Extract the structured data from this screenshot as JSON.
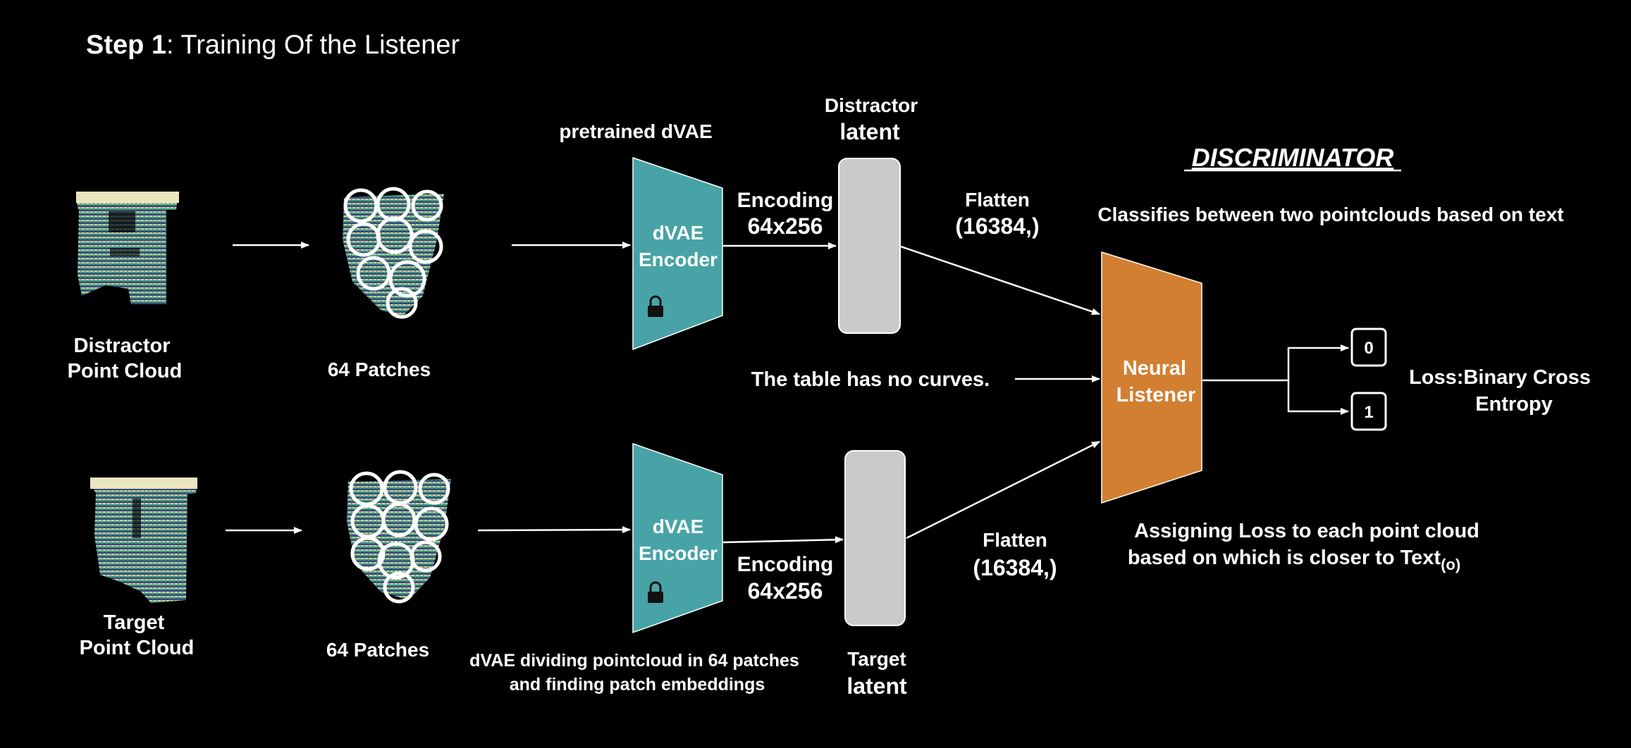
{
  "title": {
    "bold": "Step 1",
    "rest": ": Training Of the Listener"
  },
  "distractor": {
    "cloud_label_1": "Distractor",
    "cloud_label_2": "Point Cloud",
    "patches_label": "64 Patches",
    "encoder_caption": "pretrained dVAE",
    "encoder_line_1": "dVAE",
    "encoder_line_2": "Encoder",
    "encoding_line_1": "Encoding",
    "encoding_line_2": "64x256",
    "latent_line_1": "Distractor",
    "latent_line_2": "latent",
    "flatten_line_1": "Flatten",
    "flatten_line_2": "(16384,)"
  },
  "target": {
    "cloud_label_1": "Target",
    "cloud_label_2": "Point Cloud",
    "patches_label": "64 Patches",
    "encoder_line_1": "dVAE",
    "encoder_line_2": "Encoder",
    "encoding_line_1": "Encoding",
    "encoding_line_2": "64x256",
    "latent_line_1": "Target",
    "latent_line_2": "latent",
    "flatten_line_1": "Flatten",
    "flatten_line_2": "(16384,)",
    "dvae_note_1": "dVAE dividing pointcloud in 64 patches",
    "dvae_note_2": "and finding patch embeddings"
  },
  "text_input": "The table has no curves.",
  "discriminator": {
    "heading": "DISCRIMINATOR",
    "subtitle": "Classifies between two pointclouds based on text",
    "listener_line_1": "Neural",
    "listener_line_2": "Listener",
    "assign_line_1": "Assigning Loss to each point cloud",
    "assign_line_2": "based on which is closer to Text",
    "assign_subscript": "(o)"
  },
  "outputs": {
    "zero": "0",
    "one": "1"
  },
  "loss": {
    "line_1": "Loss:Binary Cross",
    "line_2": "Entropy"
  },
  "colors": {
    "encoder": "#48a3a6",
    "listener": "#d27f31",
    "latent": "#cacaca",
    "cloud_top": "#e8e2b8",
    "cloud_mid": "#3fa07c",
    "cloud_low": "#3d2a7a"
  }
}
